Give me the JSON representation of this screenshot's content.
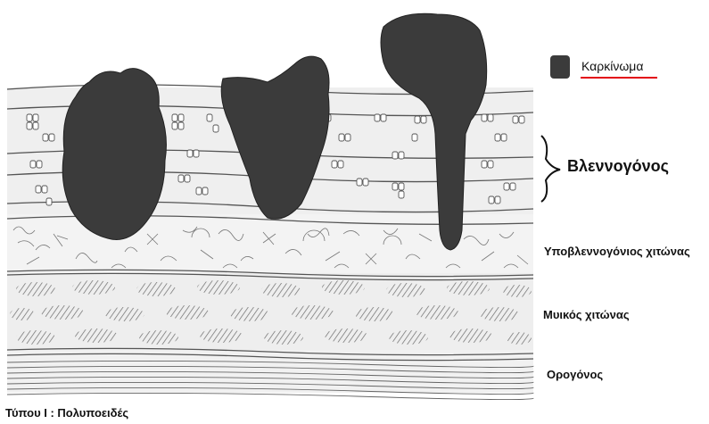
{
  "legend": {
    "label": "Καρκίνωμα",
    "swatch_color": "#3b3b3b",
    "underline_color": "#e30613"
  },
  "layers": {
    "mucosa": "Βλεννογόνος",
    "submucosa": "Υποβλεννογόνιος χιτώνας",
    "muscularis": "Μυικός χιτώνας",
    "serosa": "Ορογόνος"
  },
  "caption": "Τύπου I : Πολυποειδές",
  "colors": {
    "tumor": "#3b3b3b",
    "tissue": "#efefef",
    "line": "#555555",
    "hatch": "#6a6a6a"
  },
  "tumor_count": 3
}
